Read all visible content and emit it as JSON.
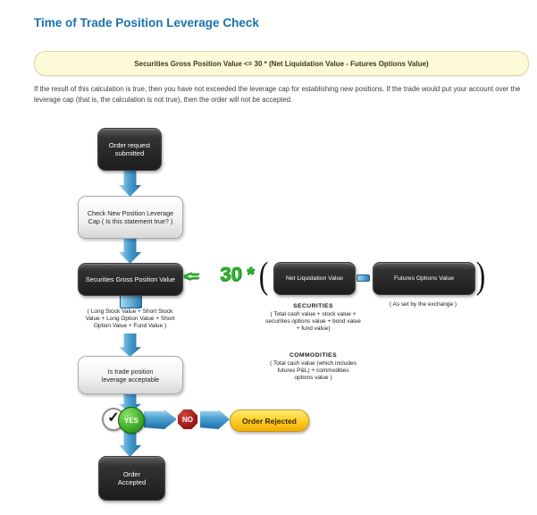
{
  "header": {
    "title": "Time of Trade Position Leverage Check"
  },
  "banner": {
    "formula": "Securities Gross Position Value <= 30 * (Net Liquidation Value - Futures Options Value)"
  },
  "description": {
    "text": "If the result of this calculation is true, then you have not exceeded the leverage cap for establishing new positions. If the trade would put your account over the leverage cap (that is, the calculation is not true), then the order will not be accepted."
  },
  "flowchart": {
    "nodes": {
      "start": "Order request\nsubmitted",
      "check": "Check New Position Leverage\nCap ( Is this statement true? )",
      "sgpv": "Securities Gross Position Value",
      "sgpv_note": "( Long Stock Value + Short Stock\nValue + Long Option Value + Short\nOption Value + Fund Value )",
      "nlv": "Net Liquidation Value",
      "securities_title": "SECURITIES",
      "securities_note": "( Total cash value + stock value +\nsecurities options value + bond value\n+ fund value)",
      "commodities_title": "COMMODITIES",
      "commodities_note": "( Total cash value (which includes\nfutures P&L) + commodities\noptions value )",
      "fov": "Futures Options Value",
      "fov_note": "( As set by the exchange )",
      "decision": "Is trade position\nleverage acceptable",
      "yes": "YES",
      "no": "NO",
      "rejected": "Order Rejected",
      "accepted": "Order\nAccepted"
    },
    "operators": {
      "le": "<=",
      "multiplier": "30",
      "star": "*",
      "open_paren": "(",
      "close_paren": ")",
      "check_mark": "✓"
    },
    "colors": {
      "title_blue": "#1873ad",
      "banner_bg": "#fcfad9",
      "banner_border": "#ddd79e",
      "operator_green": "#2eb82e",
      "arrow_blue": "#2e86c1",
      "yes_green": "#3fae29",
      "no_red": "#9e1b1b",
      "rejected_yellow": "#ffd02e",
      "dark_node": "#2a2a2a",
      "light_node": "#ececec"
    }
  }
}
